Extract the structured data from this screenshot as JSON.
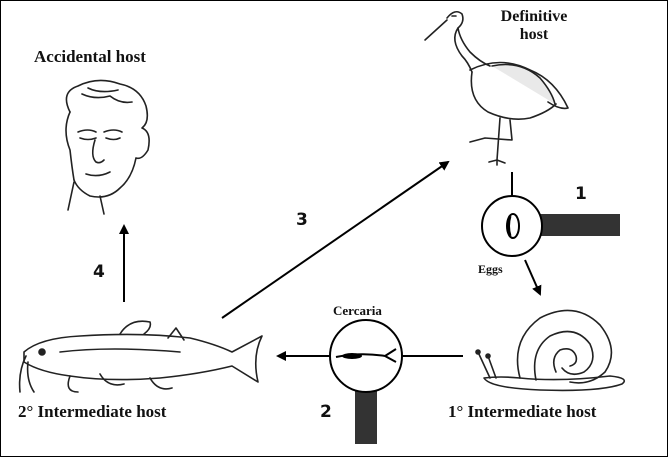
{
  "labels": {
    "definitive_host_line1": "Definitive",
    "definitive_host_line2": "host",
    "accidental_host": "Accidental host",
    "eggs": "Eggs",
    "cercaria": "Cercaria",
    "first_intermediate_host": "1° Intermediate host",
    "second_intermediate_host": "2° Intermediate host"
  },
  "steps": {
    "step1": "1",
    "step2": "2",
    "step3": "3",
    "step4": "4"
  },
  "icons": [
    "stork-icon",
    "human-head-icon",
    "egg-magnifier-icon",
    "snail-icon",
    "cercaria-magnifier-icon",
    "catfish-icon"
  ]
}
